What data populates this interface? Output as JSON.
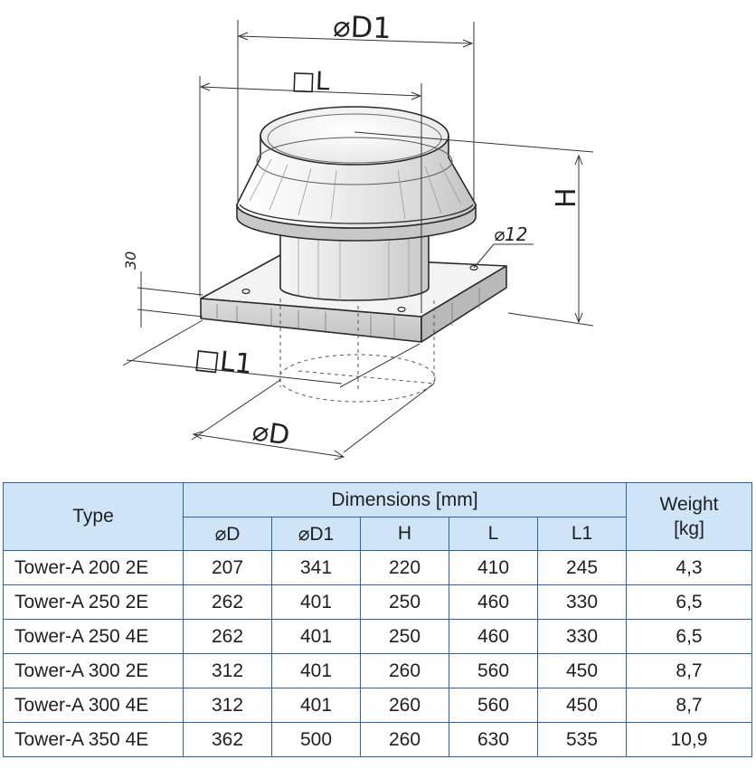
{
  "drawing": {
    "labels": {
      "d1": "⌀D1",
      "l": "□L",
      "h": "H",
      "d": "⌀D",
      "l1": "□L1",
      "hole": "⌀12",
      "thickness": "30"
    }
  },
  "table": {
    "header": {
      "type": "Type",
      "dimensions": "Dimensions [mm]",
      "weight_line1": "Weight",
      "weight_line2": "[kg]",
      "columns": [
        "⌀D",
        "⌀D1",
        "H",
        "L",
        "L1"
      ]
    },
    "rows": [
      {
        "type": "Tower-A 200 2E",
        "d": "207",
        "d1": "341",
        "h": "220",
        "l": "410",
        "l1": "245",
        "weight": "4,3"
      },
      {
        "type": "Tower-A 250 2E",
        "d": "262",
        "d1": "401",
        "h": "250",
        "l": "460",
        "l1": "330",
        "weight": "6,5"
      },
      {
        "type": "Tower-A 250 4E",
        "d": "262",
        "d1": "401",
        "h": "250",
        "l": "460",
        "l1": "330",
        "weight": "6,5"
      },
      {
        "type": "Tower-A 300 2E",
        "d": "312",
        "d1": "401",
        "h": "260",
        "l": "560",
        "l1": "450",
        "weight": "8,7"
      },
      {
        "type": "Tower-A 300 4E",
        "d": "312",
        "d1": "401",
        "h": "260",
        "l": "560",
        "l1": "450",
        "weight": "8,7"
      },
      {
        "type": "Tower-A 350 4E",
        "d": "362",
        "d1": "500",
        "h": "260",
        "l": "630",
        "l1": "535",
        "weight": "10,9"
      }
    ]
  }
}
